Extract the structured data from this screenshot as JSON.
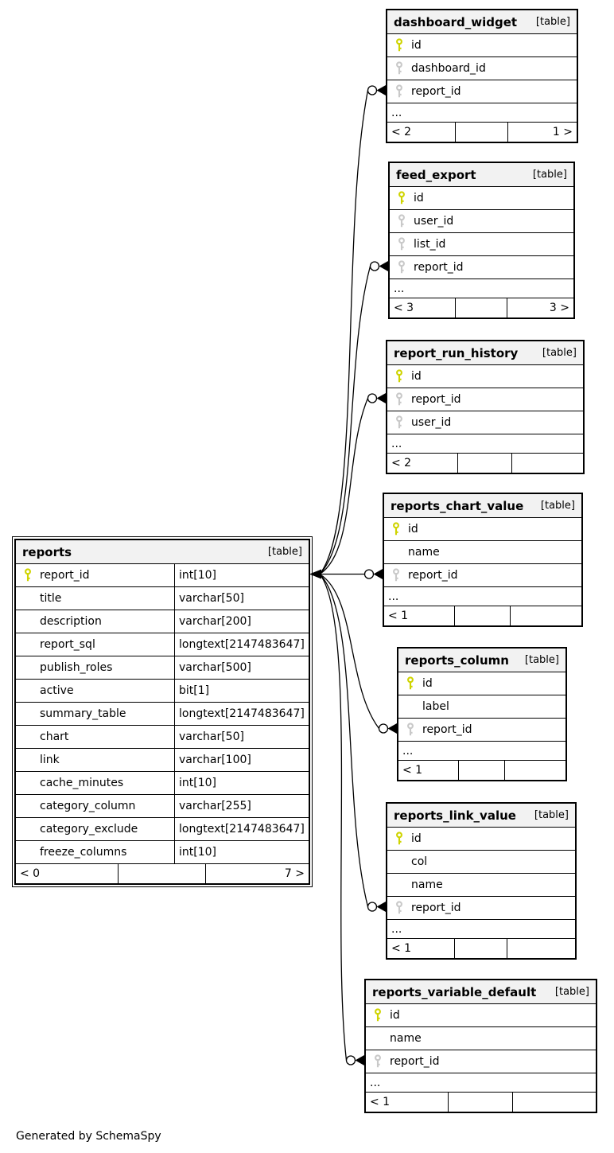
{
  "footer_note": "Generated by SchemaSpy",
  "colors": {
    "primary_key": "#cfd400",
    "foreign_key": "#c9c9c9",
    "header_bg": "#f2f2f2",
    "line": "#000000"
  },
  "tables": [
    {
      "id": "reports",
      "title": "reports",
      "tag": "[table]",
      "columns": [
        {
          "name": "report_id",
          "key": "pk",
          "type": "int[10]"
        },
        {
          "name": "title",
          "key": "",
          "type": "varchar[50]"
        },
        {
          "name": "description",
          "key": "",
          "type": "varchar[200]"
        },
        {
          "name": "report_sql",
          "key": "",
          "type": "longtext[2147483647]"
        },
        {
          "name": "publish_roles",
          "key": "",
          "type": "varchar[500]"
        },
        {
          "name": "active",
          "key": "",
          "type": "bit[1]"
        },
        {
          "name": "summary_table",
          "key": "",
          "type": "longtext[2147483647]"
        },
        {
          "name": "chart",
          "key": "",
          "type": "varchar[50]"
        },
        {
          "name": "link",
          "key": "",
          "type": "varchar[100]"
        },
        {
          "name": "cache_minutes",
          "key": "",
          "type": "int[10]"
        },
        {
          "name": "category_column",
          "key": "",
          "type": "varchar[255]"
        },
        {
          "name": "category_exclude",
          "key": "",
          "type": "longtext[2147483647]"
        },
        {
          "name": "freeze_columns",
          "key": "",
          "type": "int[10]"
        }
      ],
      "ellipsis": "",
      "footer_left": "< 0",
      "footer_mid": "",
      "footer_right": "7 >"
    },
    {
      "id": "dashboard_widget",
      "title": "dashboard_widget",
      "tag": "[table]",
      "columns": [
        {
          "name": "id",
          "key": "pk"
        },
        {
          "name": "dashboard_id",
          "key": "fk"
        },
        {
          "name": "report_id",
          "key": "fk"
        }
      ],
      "ellipsis": "...",
      "footer_left": "< 2",
      "footer_mid": "",
      "footer_right": "1 >"
    },
    {
      "id": "feed_export",
      "title": "feed_export",
      "tag": "[table]",
      "columns": [
        {
          "name": "id",
          "key": "pk"
        },
        {
          "name": "user_id",
          "key": "fk"
        },
        {
          "name": "list_id",
          "key": "fk"
        },
        {
          "name": "report_id",
          "key": "fk"
        }
      ],
      "ellipsis": "...",
      "footer_left": "< 3",
      "footer_mid": "",
      "footer_right": "3 >"
    },
    {
      "id": "report_run_history",
      "title": "report_run_history",
      "tag": "[table]",
      "columns": [
        {
          "name": "id",
          "key": "pk"
        },
        {
          "name": "report_id",
          "key": "fk"
        },
        {
          "name": "user_id",
          "key": "fk"
        }
      ],
      "ellipsis": "...",
      "footer_left": "< 2",
      "footer_mid": "",
      "footer_right": ""
    },
    {
      "id": "reports_chart_value",
      "title": "reports_chart_value",
      "tag": "[table]",
      "columns": [
        {
          "name": "id",
          "key": "pk"
        },
        {
          "name": "name",
          "key": ""
        },
        {
          "name": "report_id",
          "key": "fk"
        }
      ],
      "ellipsis": "...",
      "footer_left": "< 1",
      "footer_mid": "",
      "footer_right": ""
    },
    {
      "id": "reports_column",
      "title": "reports_column",
      "tag": "[table]",
      "columns": [
        {
          "name": "id",
          "key": "pk"
        },
        {
          "name": "label",
          "key": ""
        },
        {
          "name": "report_id",
          "key": "fk"
        }
      ],
      "ellipsis": "...",
      "footer_left": "< 1",
      "footer_mid": "",
      "footer_right": ""
    },
    {
      "id": "reports_link_value",
      "title": "reports_link_value",
      "tag": "[table]",
      "columns": [
        {
          "name": "id",
          "key": "pk"
        },
        {
          "name": "col",
          "key": ""
        },
        {
          "name": "name",
          "key": ""
        },
        {
          "name": "report_id",
          "key": "fk"
        }
      ],
      "ellipsis": "...",
      "footer_left": "< 1",
      "footer_mid": "",
      "footer_right": ""
    },
    {
      "id": "reports_variable_default",
      "title": "reports_variable_default",
      "tag": "[table]",
      "columns": [
        {
          "name": "id",
          "key": "pk"
        },
        {
          "name": "name",
          "key": ""
        },
        {
          "name": "report_id",
          "key": "fk"
        }
      ],
      "ellipsis": "...",
      "footer_left": "< 1",
      "footer_mid": "",
      "footer_right": ""
    }
  ]
}
